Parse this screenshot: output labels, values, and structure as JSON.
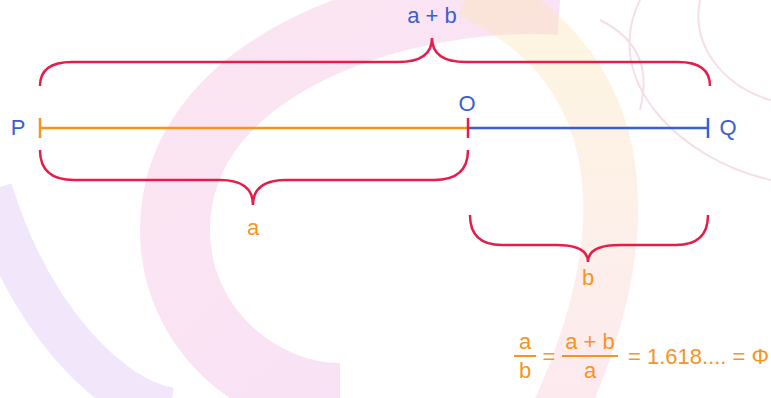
{
  "diagram": {
    "labels": [
      "a + b",
      "P",
      "O",
      "Q",
      "a",
      "b",
      "a",
      "b",
      "=",
      "a + b",
      "a",
      "= 1.618.... = Φ"
    ]
  }
}
